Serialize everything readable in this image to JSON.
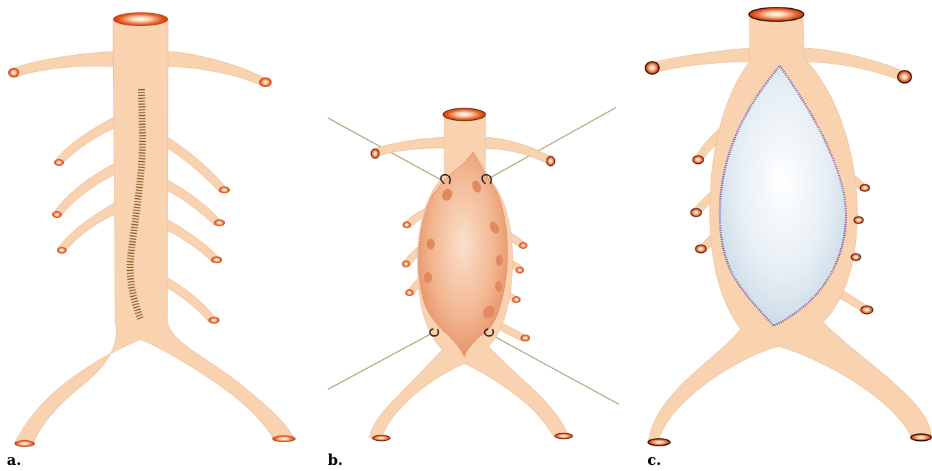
{
  "panels": [
    {
      "label": "a."
    },
    {
      "label": "b."
    },
    {
      "label": "c."
    }
  ],
  "colors": {
    "vessel": "#f9d2b0",
    "vessel_edge": "#edb68c",
    "orifice_inner": "#fff2e6",
    "orifice_outer": "#cc3300",
    "incision": "#8a5a2a",
    "sac": "#f0a27a",
    "graft": "#e0ebf3",
    "suture": "#7755aa",
    "stay_suture": "#b0a070"
  }
}
